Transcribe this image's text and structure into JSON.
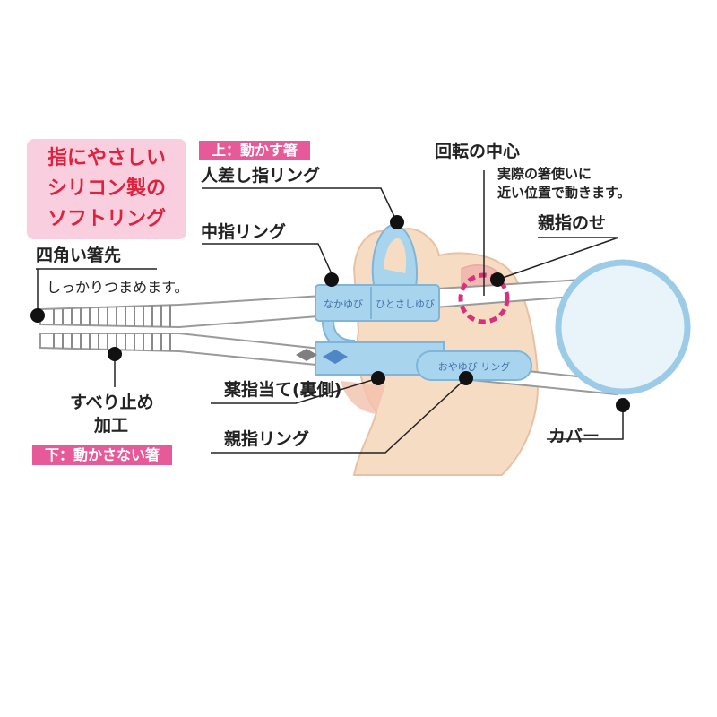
{
  "badge": {
    "line1": "指にやさしい",
    "line2": "シリコン製の",
    "line3": "ソフトリング"
  },
  "tags": {
    "upper": "上：動かす箸",
    "lower": "下：動かさない箸"
  },
  "labels": {
    "index_ring": "人差し指リング",
    "middle_ring": "中指リング",
    "square_tip": "四角い箸先",
    "square_tip_desc": "しっかりつまめます。",
    "non_slip_line1": "すべり止め",
    "non_slip_line2": "加工",
    "ring_finger_rest": "薬指当て(裏側)",
    "thumb_ring": "親指リング",
    "rotation_center": "回転の中心",
    "rotation_desc_line1": "実際の箸使いに",
    "rotation_desc_line2": "近い位置で動きます。",
    "thumb_rest": "親指のせ",
    "cover": "カバー"
  },
  "ring_text": {
    "middle": "なかゆび",
    "index": "ひとさしゆび",
    "thumb": "おやゆび リング"
  },
  "colors": {
    "accent_pink": "#e65a9a",
    "ring_blue": "#a9d4ee",
    "skin": "#f7dcc4",
    "title_red": "#e0203c"
  }
}
